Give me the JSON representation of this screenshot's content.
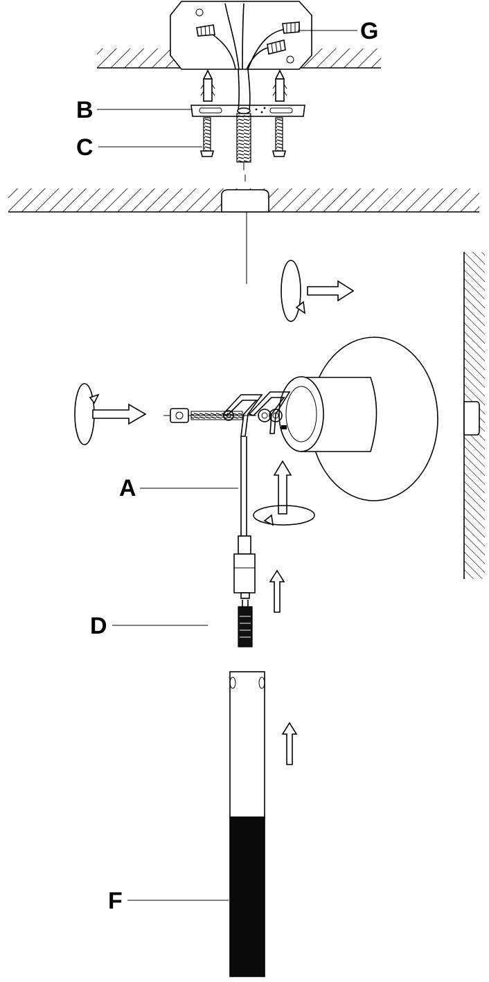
{
  "callouts": [
    {
      "id": "G",
      "label": "G"
    },
    {
      "id": "B",
      "label": "B"
    },
    {
      "id": "C",
      "label": "C"
    },
    {
      "id": "A",
      "label": "A"
    },
    {
      "id": "D",
      "label": "D"
    },
    {
      "id": "F",
      "label": "F"
    }
  ],
  "colors": {
    "line": "#000000",
    "background": "#ffffff"
  }
}
